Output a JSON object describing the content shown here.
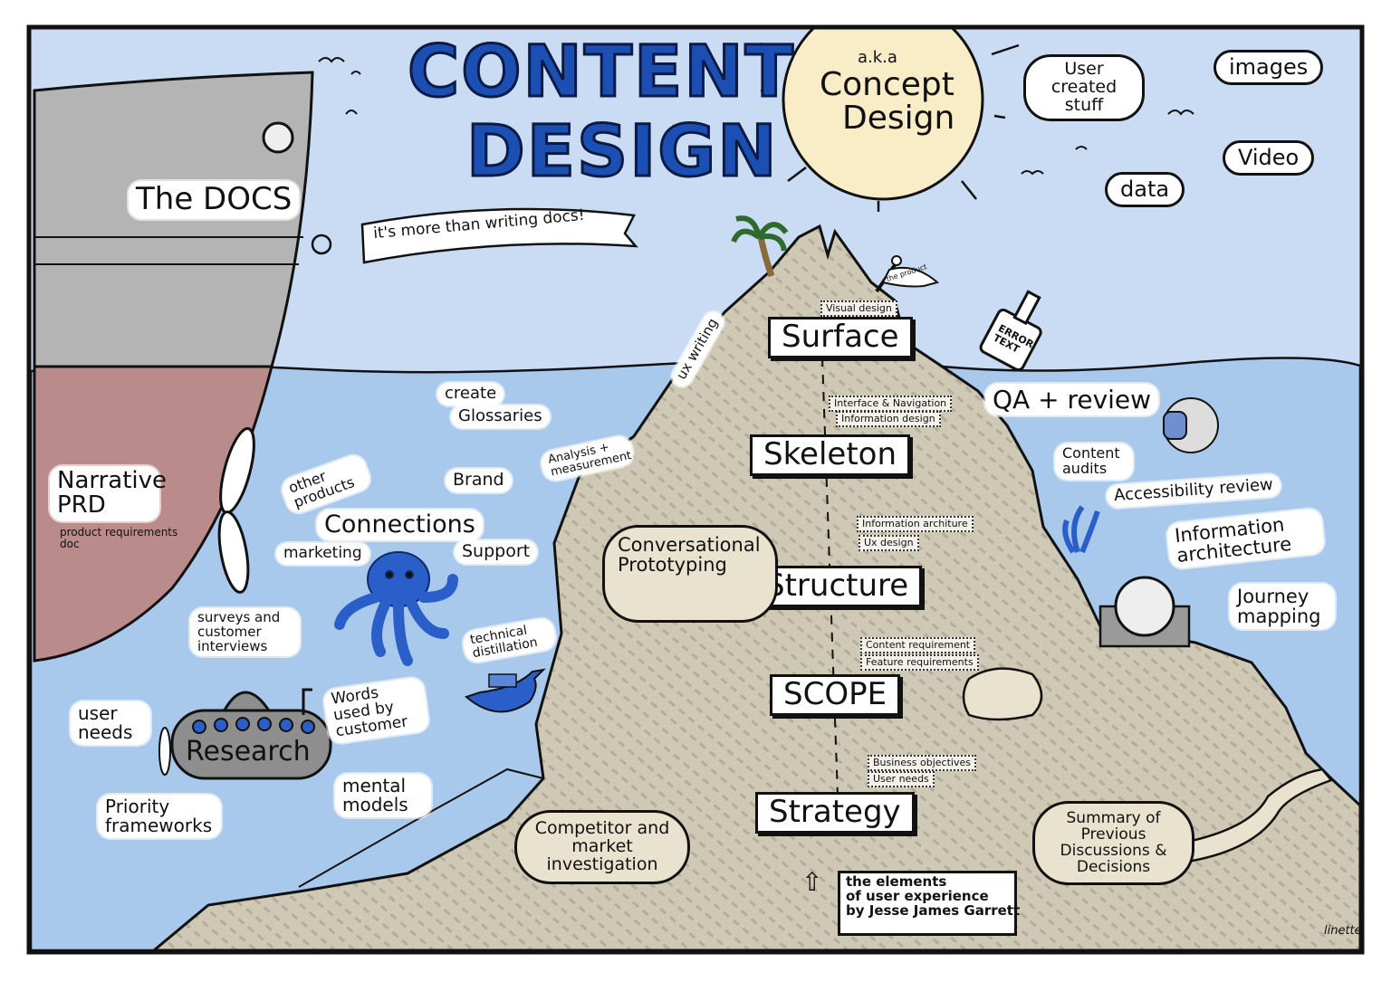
{
  "title": {
    "line1": "CONTENT",
    "line2": "DESIGN"
  },
  "sun": {
    "aka": "a.k.a",
    "line1": "Concept",
    "line2": "Design"
  },
  "clouds": {
    "user_created": "User created stuff",
    "images": "images",
    "video": "Video",
    "data": "data"
  },
  "ship": {
    "docs": "The DOCS",
    "banner": "it's more than writing docs!",
    "prd": "Narrative PRD",
    "prd_sub": "product requirements doc"
  },
  "peak": {
    "flag": "the product",
    "ux_writing": "ux writing",
    "bottle": "ERROR TEXT"
  },
  "layers": [
    {
      "name": "Surface",
      "notes": [
        "Visual design"
      ]
    },
    {
      "name": "Skeleton",
      "notes": [
        "Interface & Navigation",
        "Information design"
      ]
    },
    {
      "name": "Structure",
      "notes": [
        "Information architure",
        "Ux design"
      ]
    },
    {
      "name": "SCOPE",
      "notes": [
        "Content requirement",
        "Feature requirements"
      ]
    },
    {
      "name": "Strategy",
      "notes": [
        "Business objectives",
        "User needs"
      ]
    }
  ],
  "source": {
    "line1": "the elements",
    "line2": "of user experience",
    "line3": "by Jesse James Garrett"
  },
  "left_topics": {
    "glossaries1": "create",
    "glossaries2": "Glossaries",
    "analysis": "Analysis + measurement",
    "other_products": "other products",
    "brand": "Brand",
    "connections": "Connections",
    "marketing": "marketing",
    "support": "Support",
    "conversational": "Conversational Prototyping",
    "surveys": "surveys and customer interviews",
    "technical": "technical distillation",
    "words": "Words used by customer",
    "user_needs": "user needs",
    "research": "Research",
    "mental_models": "mental models",
    "priority": "Priority frameworks",
    "competitor": "Competitor and market investigation"
  },
  "right_topics": {
    "qa": "QA + review",
    "audits": "Content audits",
    "accessibility": "Accessibility review",
    "ia": "Information architecture",
    "journey": "Journey mapping",
    "summary": "Summary of Previous Discussions & Decisions"
  },
  "signature": "linette",
  "colors": {
    "sky": "#cadcf4",
    "sea": "#a9c9ec",
    "rock": "#cfc8b4",
    "hull": "#b4b4b4",
    "hull_below": "#b98b8b",
    "sun": "#f8edc6",
    "title": "#1b4fb4",
    "creature": "#2a5fc9"
  }
}
